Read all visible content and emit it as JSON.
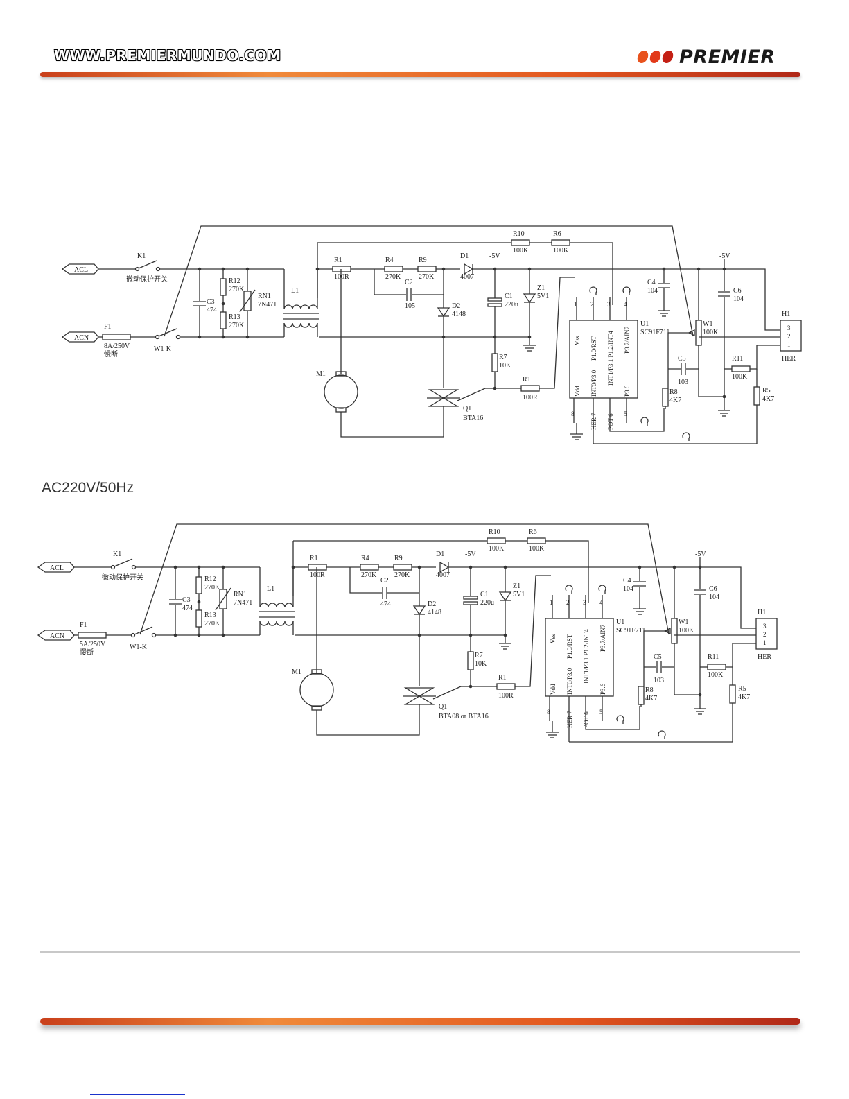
{
  "header": {
    "site_url": "WWW.PREMIERMUNDO.COM",
    "brand_name": "PREMIER",
    "brand_dots": [
      "#e8521d",
      "#e23a1a",
      "#c42015"
    ]
  },
  "section_label": "AC220V/50Hz",
  "colors": {
    "accent_bar": "#e2561e",
    "wire": "#333333"
  },
  "schematics": [
    {
      "labels": {
        "acl": "ACL",
        "acn": "ACN",
        "k1": "K1",
        "k1_note": "微动保护开关",
        "f1": "F1",
        "f1_value": "8A/250V",
        "f1_note": "慢断",
        "w1k": "W1-K",
        "c3": "C3",
        "c3_value": "474",
        "r12": "R12",
        "r12_value": "270K",
        "r13": "R13",
        "r13_value": "270K",
        "rn1": "RN1",
        "rn1_value": "7N471",
        "l1": "L1",
        "m1": "M1",
        "r1a": "R1",
        "r1a_value": "100R",
        "r4": "R4",
        "r4_value": "270K",
        "r9": "R9",
        "r9_value": "270K",
        "c2": "C2",
        "c2_value": "105",
        "d1": "D1",
        "d1_value": "4007",
        "d2": "D2",
        "d2_value": "4148",
        "vneg": "-5V",
        "c1": "C1",
        "c1_value": "220u",
        "z1": "Z1",
        "z1_value": "5V1",
        "r7": "R7",
        "r7_value": "10K",
        "r1b": "R1",
        "r1b_value": "100R",
        "q1": "Q1",
        "q1_value": "BTA16",
        "r10": "R10",
        "r10_value": "100K",
        "r6": "R6",
        "r6_value": "100K",
        "c4": "C4",
        "c4_value": "104",
        "u1": "U1",
        "u1_value": "SC91F711",
        "pin1": "1",
        "pin2": "2",
        "pin3": "3",
        "pin4": "4",
        "pin5": "5",
        "pin8": "8",
        "p_vss": "Vss",
        "p_p10": "P1.0/RST",
        "p_int0": "INT0/P3.0",
        "p_int1": "INT1/P3.1 P1.2/INT4",
        "p_p37": "P3.7/AIN7",
        "p_vdd": "Vdd",
        "p_her7": "HER 7",
        "p_pot6": "POT 6",
        "p_p36": "P3.6",
        "w1": "W1",
        "w1_value": "100K",
        "c5": "C5",
        "c5_value": "103",
        "r8": "R8",
        "r8_value": "4K7",
        "vneg2": "-5V",
        "c6": "C6",
        "c6_value": "104",
        "r11": "R11",
        "r11_value": "100K",
        "r5": "R5",
        "r5_value": "4K7",
        "h1": "H1",
        "h1_p3": "3",
        "h1_p2": "2",
        "h1_p1": "1",
        "h1_name": "HER"
      }
    },
    {
      "labels": {
        "acl": "ACL",
        "acn": "ACN",
        "k1": "K1",
        "k1_note": "微动保护开关",
        "f1": "F1",
        "f1_value": "5A/250V",
        "f1_note": "慢断",
        "w1k": "W1-K",
        "c3": "C3",
        "c3_value": "474",
        "r12": "R12",
        "r12_value": "270K",
        "r13": "R13",
        "r13_value": "270K",
        "rn1": "RN1",
        "rn1_value": "7N471",
        "l1": "L1",
        "m1": "M1",
        "r1a": "R1",
        "r1a_value": "100R",
        "r4": "R4",
        "r4_value": "270K",
        "r9": "R9",
        "r9_value": "270K",
        "c2": "C2",
        "c2_value": "474",
        "d1": "D1",
        "d1_value": "4007",
        "d2": "D2",
        "d2_value": "4148",
        "vneg": "-5V",
        "c1": "C1",
        "c1_value": "220u",
        "z1": "Z1",
        "z1_value": "5V1",
        "r7": "R7",
        "r7_value": "10K",
        "r1b": "R1",
        "r1b_value": "100R",
        "q1": "Q1",
        "q1_value": "BTA08 or BTA16",
        "r10": "R10",
        "r10_value": "100K",
        "r6": "R6",
        "r6_value": "100K",
        "c4": "C4",
        "c4_value": "104",
        "u1": "U1",
        "u1_value": "SC91F711",
        "pin1": "1",
        "pin2": "2",
        "pin3": "3",
        "pin4": "4",
        "pin5": "5",
        "pin8": "8",
        "p_vss": "Vss",
        "p_p10": "P1.0/RST",
        "p_int0": "INT0/P3.0",
        "p_int1": "INT1/P3.1 P1.2/INT4",
        "p_p37": "P3.7/AIN7",
        "p_vdd": "Vdd",
        "p_her7": "HER 7",
        "p_pot6": "POT 6",
        "p_p36": "P3.6",
        "w1": "W1",
        "w1_value": "100K",
        "c5": "C5",
        "c5_value": "103",
        "r8": "R8",
        "r8_value": "4K7",
        "vneg2": "-5V",
        "c6": "C6",
        "c6_value": "104",
        "r11": "R11",
        "r11_value": "100K",
        "r5": "R5",
        "r5_value": "4K7",
        "h1": "H1",
        "h1_p3": "3",
        "h1_p2": "2",
        "h1_p1": "1",
        "h1_name": "HER"
      }
    }
  ]
}
